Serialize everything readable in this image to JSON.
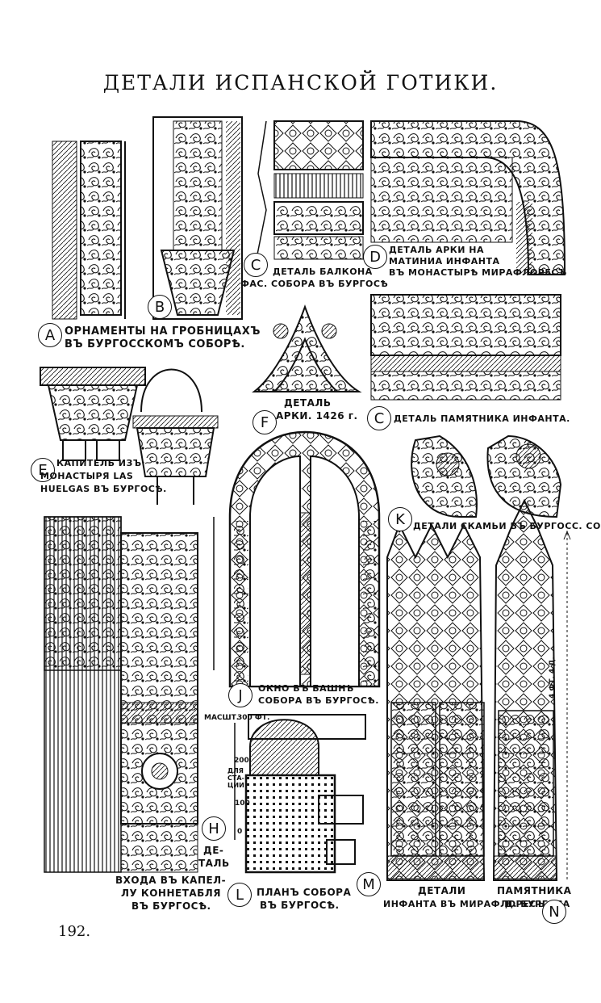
{
  "page": {
    "title": "ДЕТАЛИ ИСПАНСКОЙ ГОТИКИ.",
    "page_number": "192."
  },
  "figures": {
    "A": {
      "letter": "A",
      "caption_1": "ОРНАМЕНТЫ НА ГРОБНИЦАХЪ",
      "caption_2": "ВЪ БУРГОССКОМЪ СОБОРѢ."
    },
    "B": {
      "letter": "B"
    },
    "C1": {
      "letter": "C",
      "caption_1": "ДЕТАЛЬ БАЛКОНА",
      "caption_2": "ФАС. СОБОРА ВЪ БУРГОСѢ"
    },
    "D": {
      "letter": "D",
      "caption_1": "ДЕТАЛЬ АРКИ НА",
      "caption_2": "МАТИНИА ИНФАНТА",
      "caption_3": "ВЪ МОНАСТЫРѢ МИРАФЛОРЕСЪ"
    },
    "C2": {
      "letter": "C",
      "caption_1": "ДЕТАЛЬ ПАМЯТНИКА ИНФАНТА."
    },
    "E": {
      "letter": "E",
      "caption_1": "КАПИТЕЛЬ ИЗЪ",
      "caption_2": "МОНАСТЫРЯ LAS",
      "caption_3": "HUELGAS ВЪ БУРГОСѢ."
    },
    "F": {
      "letter": "F",
      "caption_1": "ДЕТАЛЬ",
      "caption_2": "АРКИ. 1426 г."
    },
    "K": {
      "letter": "K",
      "caption_1": "ДЕТАЛИ СКАМЬИ ВЪ БУРГОСС. СОБ."
    },
    "J": {
      "letter": "J",
      "caption_1": "ОКНО ВЪ БАШНѢ",
      "caption_2": "СОБОРА ВЪ БУРГОСѢ."
    },
    "H": {
      "letter": "H",
      "caption_1": "ДЕ-",
      "caption_2": "ТАЛЬ",
      "caption_3": "ВХОДА ВЪ КАПЕЛ-",
      "caption_4": "ЛУ КОННЕТАБЛЯ",
      "caption_5": "ВЪ БУРГОСѢ."
    },
    "L": {
      "letter": "L",
      "caption_1": "ПЛАНЪ СОБОРА",
      "caption_2": "ВЪ БУРГОСѢ.",
      "scale": "МАСШТ.",
      "scale_300": "300 ФТ.",
      "scale_200": "200",
      "scale_word": "ДЛЯ СТА-ЦИИ",
      "scale_100": "100",
      "scale_0": "0"
    },
    "M": {
      "letter": "M",
      "caption_1": "ДЕТАЛИ",
      "caption_2": "ИНФАНТА ВЪ МИРАФЛОРЕСЪ"
    },
    "N": {
      "letter": "N",
      "caption_1": "ПАМЯТНИКА",
      "caption_2": "Д. БУРГОСА",
      "dimension": "4 ФТ. 4 Д."
    }
  },
  "colors": {
    "ink": "#111111",
    "paper": "#ffffff"
  }
}
